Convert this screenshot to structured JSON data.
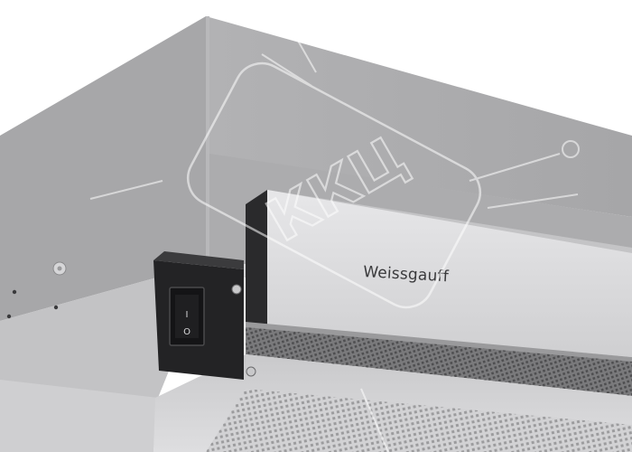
{
  "product": {
    "brand_label": "Weissgauff",
    "switch_symbols": {
      "on": "I",
      "off": "O"
    }
  },
  "watermark": {
    "text": "ККЦ"
  },
  "colors": {
    "background": "#ffffff",
    "housing": "#a9a9ab",
    "housing_light": "#bebec0",
    "housing_dark": "#959597",
    "front_panel": "#dcdcde",
    "switch_body": "#1d1d1f",
    "grille": "#6e6e70"
  }
}
